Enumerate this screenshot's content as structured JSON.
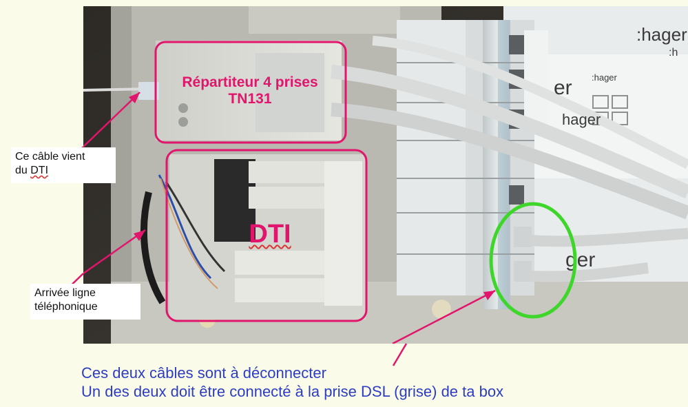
{
  "labels": {
    "dti_cable": {
      "line1": "Ce câble vient",
      "line2_prefix": "du ",
      "line2_word": "DTI"
    },
    "phone_line": {
      "line1": "Arrivée ligne",
      "line2": "téléphonique"
    }
  },
  "overlays": {
    "repartiteur_line1": "Répartiteur 4 prises",
    "repartiteur_line2": "TN131",
    "dti": "DTI"
  },
  "photo_text": {
    "brand_top": ":hager",
    "brand_h": ":h",
    "brand_small": ":hager",
    "brand_mid": "hager",
    "brand_er": "er",
    "brand_ger": "ger"
  },
  "caption": {
    "line1": "Ces deux câbles sont à déconnecter",
    "line2": "Un des deux doit être connecté à la prise DSL (grise) de ta box"
  },
  "colors": {
    "accent_magenta": "#e0156b",
    "highlight_green": "#3fd62b",
    "caption_blue": "#2c3dc3",
    "background": "#fbfbe9"
  }
}
